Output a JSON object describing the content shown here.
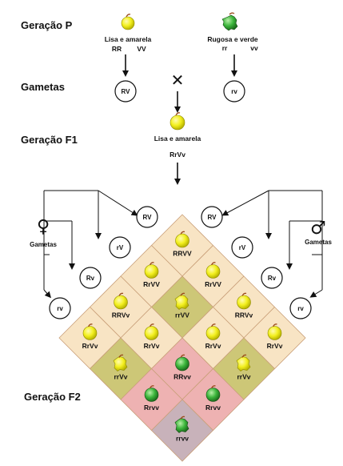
{
  "generation_p": {
    "label": "Geração P",
    "parent1": {
      "phenotype": "Lisa e amarela",
      "genotype_r": "RR",
      "genotype_v": "VV"
    },
    "parent2": {
      "phenotype": "Rugosa e verde",
      "genotype_r": "rr",
      "genotype_v": "vv"
    }
  },
  "gametes_row": {
    "label": "Gametas",
    "cross_symbol": "✕",
    "parent1_gamete": "RV",
    "parent2_gamete": "rv"
  },
  "generation_f1": {
    "label": "Geração F1",
    "phenotype": "Lisa e amarela",
    "genotype": "RrVv"
  },
  "female": {
    "symbol": "♀",
    "label": "Gametas"
  },
  "male": {
    "symbol": "♂",
    "label": "Gametas"
  },
  "gametes_left": [
    "RV",
    "rV",
    "Rv",
    "rv"
  ],
  "gametes_right": [
    "RV",
    "rV",
    "Rv",
    "rv"
  ],
  "generation_f2": {
    "label": "Geração F2"
  },
  "punnett": [
    [
      "RRVV",
      "RrVV",
      "RRVv",
      "RrVv"
    ],
    [
      "RrVV",
      "rrVV",
      "RrVv",
      "rrVv"
    ],
    [
      "RRVv",
      "RrVv",
      "RRvv",
      "Rrvv"
    ],
    [
      "RrVv",
      "rrVv",
      "Rrvv",
      "rrvv"
    ]
  ],
  "colors": {
    "cell_yellow_smooth": "#f8e4c4",
    "cell_yellow_wrinkled": "#cdc777",
    "cell_green_smooth": "#eeb2b2",
    "cell_green_wrinkled": "#c8b2ba",
    "pea_yellow": "#f3f020",
    "pea_green": "#3bb53b",
    "line": "#111111"
  }
}
